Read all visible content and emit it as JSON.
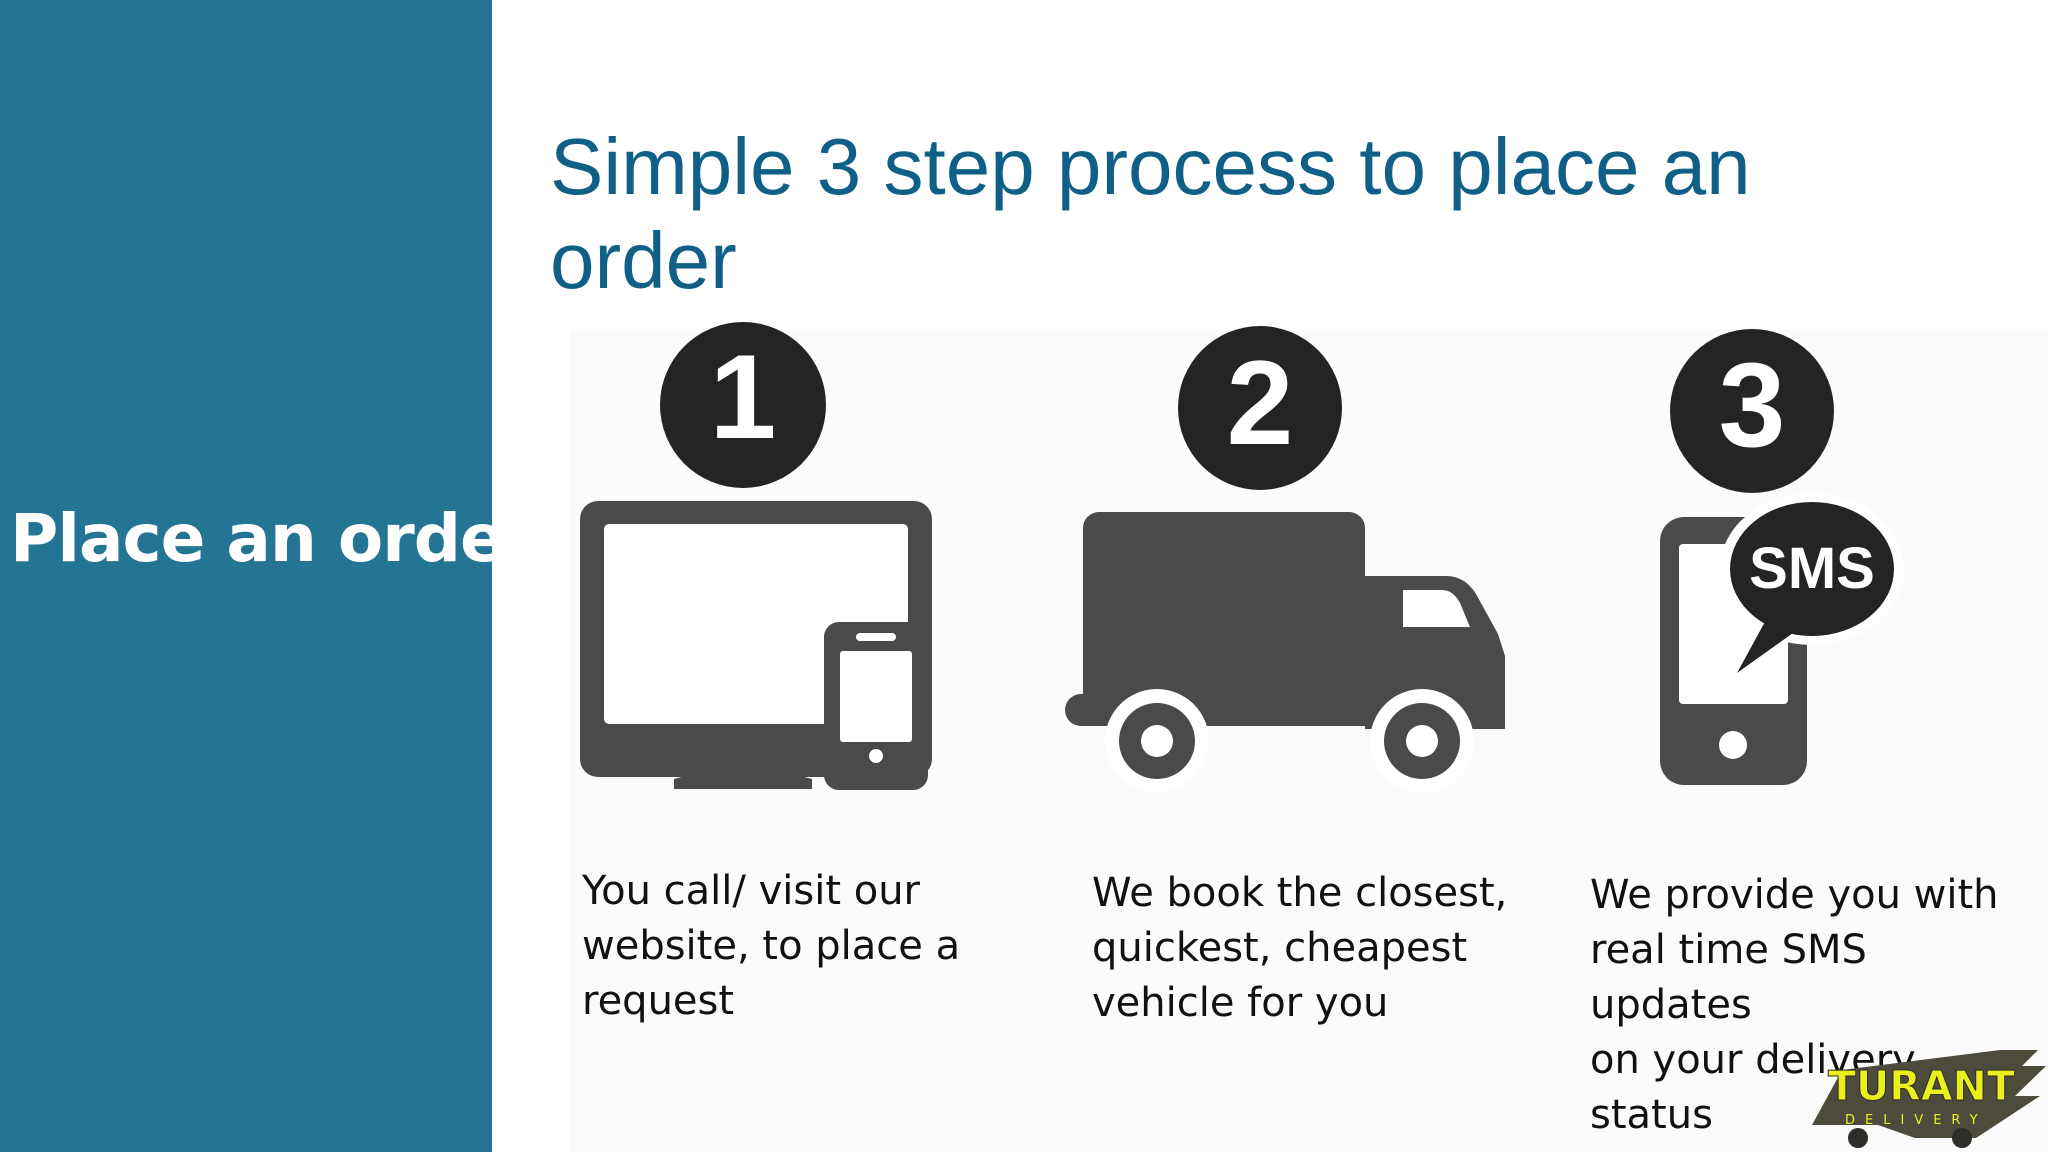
{
  "sidebar": {
    "title": "Place an order"
  },
  "main": {
    "title": "Simple 3 step process to place an order"
  },
  "steps": [
    {
      "number": "1",
      "icon": "computer-and-phone-icon",
      "text": "You call/ visit our\nwebsite, to place a\nrequest"
    },
    {
      "number": "2",
      "icon": "delivery-truck-icon",
      "text": "We book the closest,\nquickest, cheapest\nvehicle for you"
    },
    {
      "number": "3",
      "icon": "sms-phone-icon",
      "text": "We provide you with\nreal time SMS updates\non your delivery status"
    }
  ],
  "sms_badge": "SMS",
  "logo": {
    "name": "TURANT",
    "tagline": "DELIVERY"
  },
  "colors": {
    "sidebar": "#247594",
    "title": "#0f5f86",
    "icon": "#4a4a4d",
    "logo_text": "#e9f01e"
  }
}
